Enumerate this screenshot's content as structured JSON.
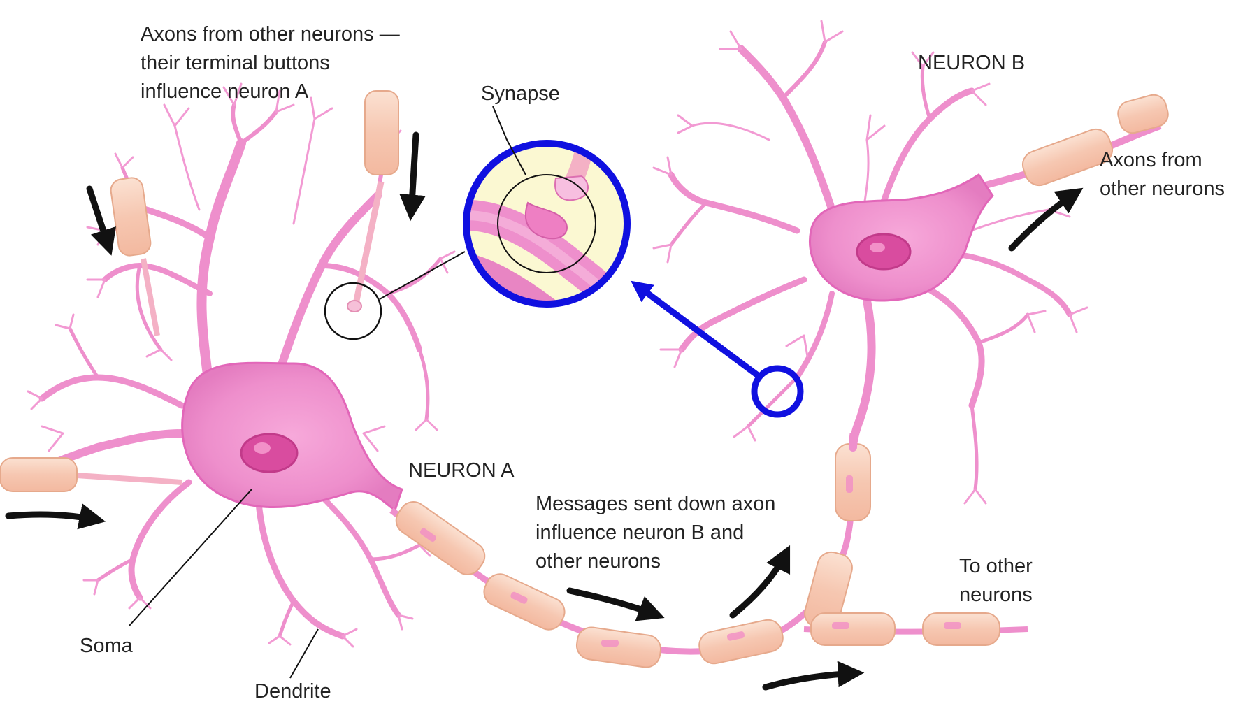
{
  "labels": {
    "axons_a": [
      "Axons from other neurons —",
      "their terminal buttons",
      "influence neuron A"
    ],
    "synapse": "Synapse",
    "neuron_b": "NEURON B",
    "axons_b": [
      "Axons from",
      "other neurons"
    ],
    "neuron_a": "NEURON A",
    "messages": [
      "Messages sent down axon",
      "influence neuron B and",
      "other neurons"
    ],
    "to_other": [
      "To other",
      "neurons"
    ],
    "soma": "Soma",
    "dendrite": "Dendrite"
  },
  "colors": {
    "neuron_fill": "#ee8fcc",
    "neuron_stroke": "#e267b9",
    "nucleus": "#d94c9f",
    "myelin": "#f8cfb9",
    "myelin_stroke": "#e6a98c",
    "axon_button": "#f9d2c2",
    "inset_background": "#fbf8d2",
    "highlight_ring": "#1010e0",
    "arrow": "#111111",
    "text": "#222222"
  }
}
